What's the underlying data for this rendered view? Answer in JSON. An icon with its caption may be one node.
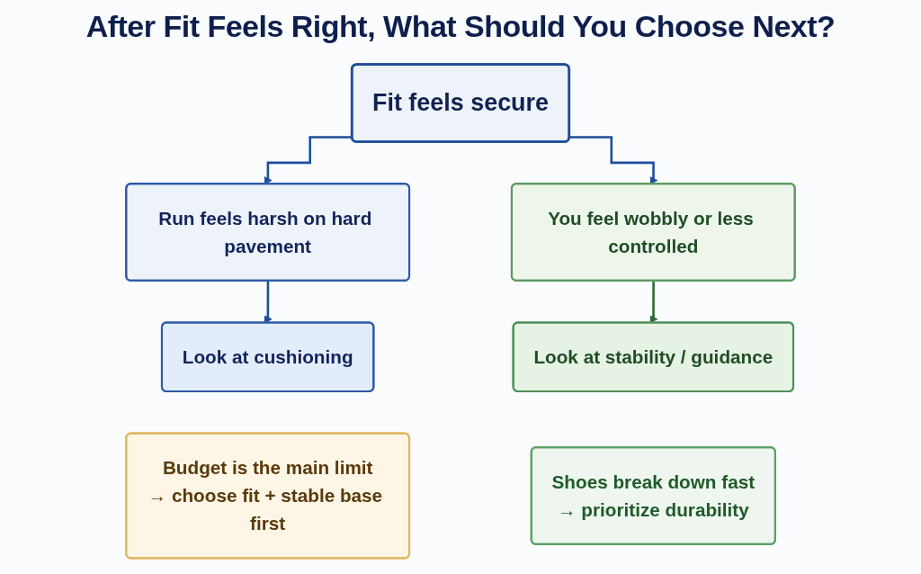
{
  "diagram": {
    "title": "After Fit Feels Right, What Should You Choose Next?",
    "nodes": [
      {
        "text": [
          "Fit feels secure"
        ]
      },
      {
        "text": [
          "Run feels harsh on hard pavement"
        ]
      },
      {
        "text": [
          "You feel wobbly or less controlled"
        ]
      },
      {
        "text": [
          "Look at cushioning"
        ]
      },
      {
        "text": [
          "Look at stability / guidance"
        ]
      },
      {
        "text": [
          "Budget is the main limit",
          "→ choose fit + stable base first"
        ]
      },
      {
        "text": [
          "Shoes break down fast",
          "→ prioritize durability"
        ]
      }
    ],
    "edges": [
      {
        "from": 0,
        "to": 1,
        "arrow": "to"
      },
      {
        "from": 0,
        "to": 2,
        "arrow": "to"
      },
      {
        "from": 1,
        "to": 3,
        "arrow": "to"
      },
      {
        "from": 2,
        "to": 4,
        "arrow": "to",
        "color": "#2e6b35"
      }
    ]
  }
}
